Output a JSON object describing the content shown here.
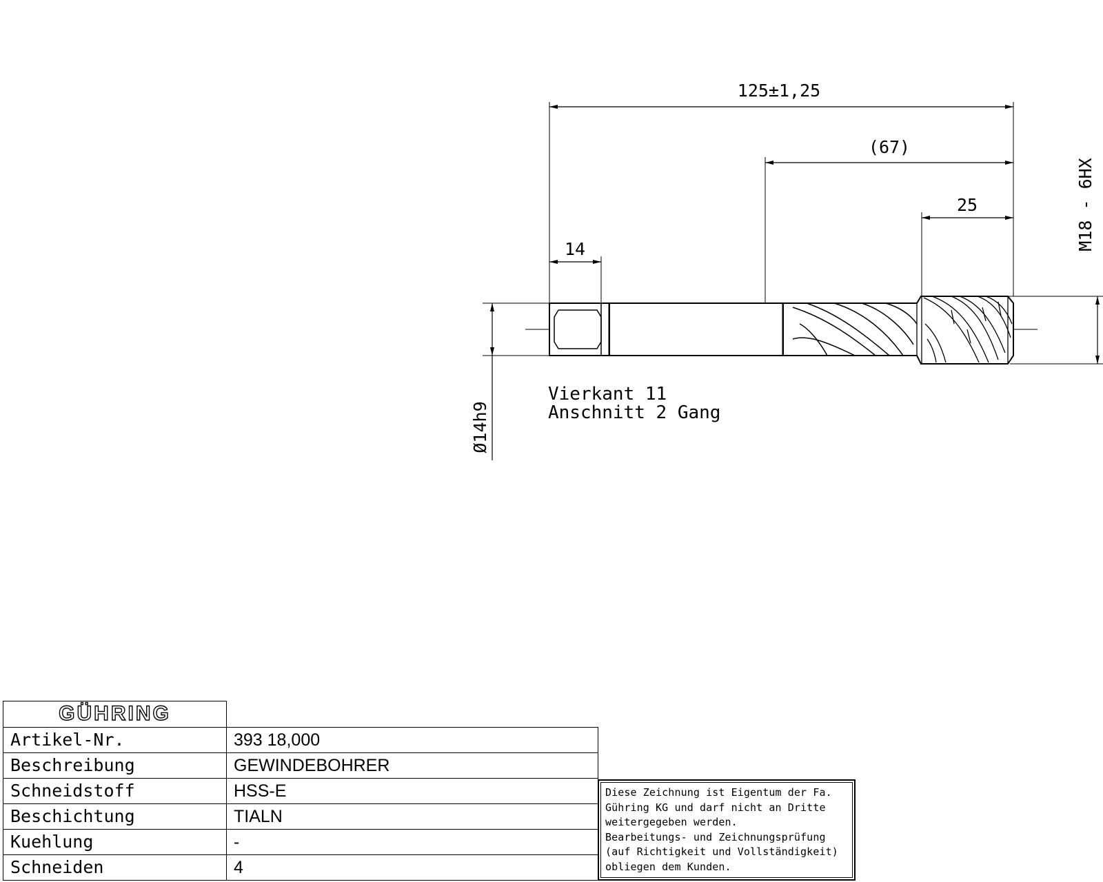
{
  "dimensions": {
    "overall_length": "125±1,25",
    "shank_to_tip": "(67)",
    "thread_length": "25",
    "square_length": "14",
    "thread_spec": "M18 - 6HX",
    "shank_diameter": "Ø14h9"
  },
  "notes": {
    "square": "Vierkant 11",
    "chamfer": "Anschnitt 2 Gang"
  },
  "title_block": {
    "logo": "GÜHRING",
    "rows": [
      {
        "label": "Artikel-Nr.",
        "value": "393 18,000"
      },
      {
        "label": "Beschreibung",
        "value": "GEWINDEBOHRER"
      },
      {
        "label": "Schneidstoff",
        "value": "HSS-E"
      },
      {
        "label": "Beschichtung",
        "value": "TIALN"
      },
      {
        "label": "Kuehlung",
        "value": "-"
      },
      {
        "label": "Schneiden",
        "value": "4"
      }
    ]
  },
  "disclaimer": {
    "lines": [
      "Diese Zeichnung ist Eigentum der Fa.",
      "Gühring KG und darf nicht an Dritte",
      "weitergegeben werden.",
      "Bearbeitungs- und Zeichnungsprüfung",
      "(auf Richtigkeit und Vollständigkeit)",
      "obliegen dem Kunden."
    ]
  }
}
